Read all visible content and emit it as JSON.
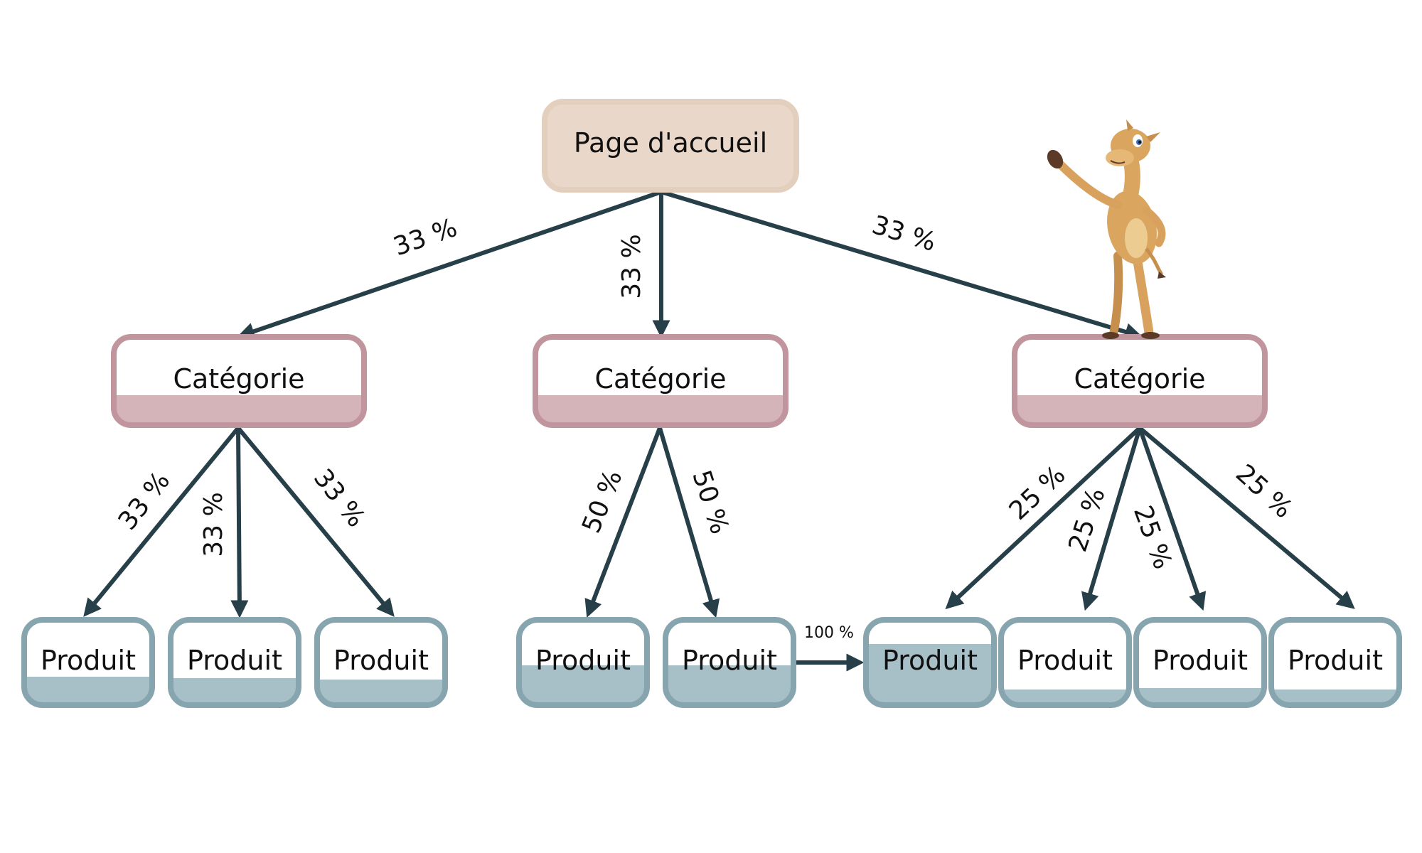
{
  "nodes": {
    "home": "Page d'accueil",
    "category": "Catégorie",
    "product": "Produit"
  },
  "edge_labels": {
    "home_to_categories": [
      "33 %",
      "33 %",
      "33 %"
    ],
    "category_1": [
      "33 %",
      "33 %",
      "33 %"
    ],
    "category_2": [
      "50 %",
      "50 %"
    ],
    "category_3": [
      "25 %",
      "25 %",
      "25 %",
      "25 %"
    ],
    "cross_link": "100 %"
  },
  "colors": {
    "home_fill": "#e9d8c9",
    "home_border": "#e3cfbd",
    "category_border": "#c1959d",
    "category_fill": "#d4b3b9",
    "product_border": "#86a5ae",
    "product_fill": "#a7bfc6",
    "edge": "#263f48"
  },
  "decoration": "cartoon-camel"
}
